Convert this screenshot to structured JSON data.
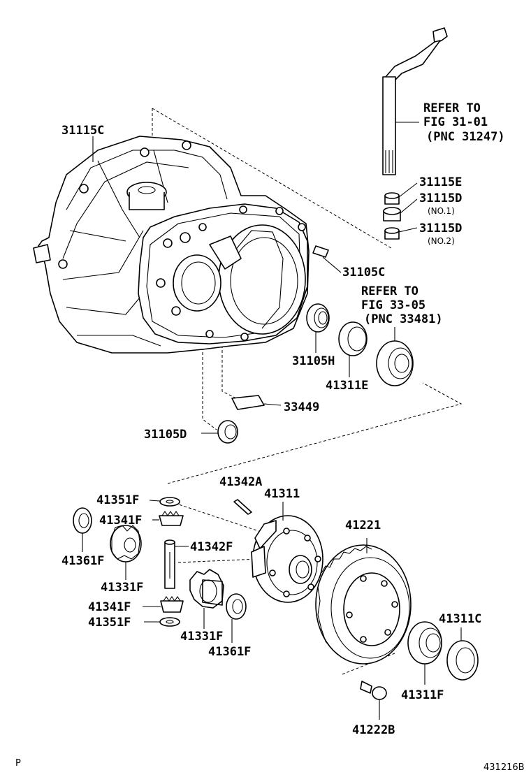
{
  "diagram": {
    "labels": {
      "p31115C": "31115C",
      "refer1_line1": "REFER TO",
      "refer1_line2": "FIG 31-01",
      "refer1_line3": "(PNC 31247)",
      "p31115E": "31115E",
      "p31115D_1": "31115D",
      "no1": "(NO.1)",
      "p31115D_2": "31115D",
      "no2": "(NO.2)",
      "p31105C": "31105C",
      "refer2_line1": "REFER TO",
      "refer2_line2": "FIG 33-05",
      "refer2_line3": "(PNC 33481)",
      "p31105H": "31105H",
      "p41311E": "41311E",
      "p33449": "33449",
      "p31105D": "31105D",
      "p41342A": "41342A",
      "p41311": "41311",
      "p41351F_1": "41351F",
      "p41341F_1": "41341F",
      "p41361F_1": "41361F",
      "p41342F": "41342F",
      "p41331F_1": "41331F",
      "p41221": "41221",
      "p41341F_2": "41341F",
      "p41351F_2": "41351F",
      "p41331F_2": "41331F",
      "p41361F_2": "41361F",
      "p41311C": "41311C",
      "p41311F": "41311F",
      "p41222B": "41222B"
    },
    "footer": {
      "left_mark": "P",
      "figure_code": "431216B"
    }
  }
}
